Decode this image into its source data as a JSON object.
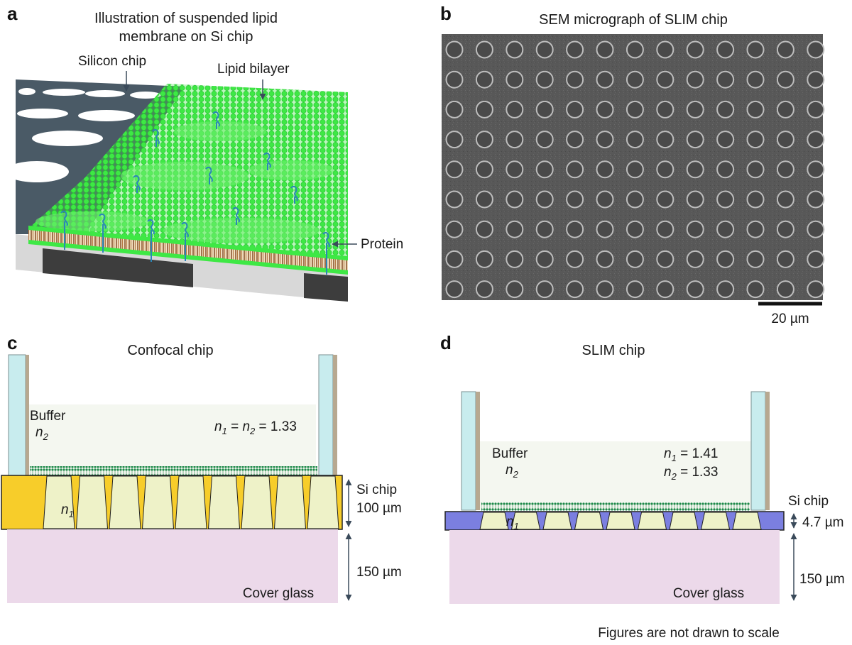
{
  "panels": {
    "a": {
      "letter": "a",
      "title_line1": "Illustration of suspended lipid",
      "title_line2": "membrane on Si chip",
      "label_silicon": "Silicon chip",
      "label_bilayer": "Lipid bilayer",
      "label_protein": "Protein"
    },
    "b": {
      "letter": "b",
      "title": "SEM micrograph of SLIM chip",
      "scale_label": "20 µm",
      "grid_rows": 9,
      "grid_cols": 13
    },
    "c": {
      "letter": "c",
      "title": "Confocal chip",
      "buffer_label": "Buffer",
      "n2_label": "n",
      "n2_sub": "2",
      "n1_label": "n",
      "n1_sub": "1",
      "eq_n1": "n",
      "eq_sub1": "1",
      "eq_mid": " = ",
      "eq_n2": "n",
      "eq_sub2": "2",
      "eq_val": " = 1.33",
      "si_chip_label": "Si chip",
      "si_thickness": "100 µm",
      "glass_thickness": "150 µm",
      "glass_label": "Cover glass"
    },
    "d": {
      "letter": "d",
      "title": "SLIM chip",
      "buffer_label": "Buffer",
      "n2_label": "n",
      "n2_sub": "2",
      "n1_label": "n",
      "n1_sub": "1",
      "eq1_n": "n",
      "eq1_sub": "1",
      "eq1_val": " = 1.41",
      "eq2_n": "n",
      "eq2_sub": "2",
      "eq2_val": " = 1.33",
      "si_chip_label": "Si chip",
      "si_thickness": "4.7 µm",
      "glass_thickness": "150 µm",
      "glass_label": "Cover glass"
    }
  },
  "footnote": "Figures are not drawn to scale",
  "colors": {
    "si_confocal": "#f7cd2a",
    "si_slim": "#7b7fe0",
    "well": "#eef2c8",
    "glass": "#ecd9ea",
    "buffer": "#f4f7f0",
    "wall": "#c8ecee",
    "wall_edge": "#b7a890",
    "lipid_green": "#37e83c",
    "sem_bg": "#5a5a5a"
  }
}
